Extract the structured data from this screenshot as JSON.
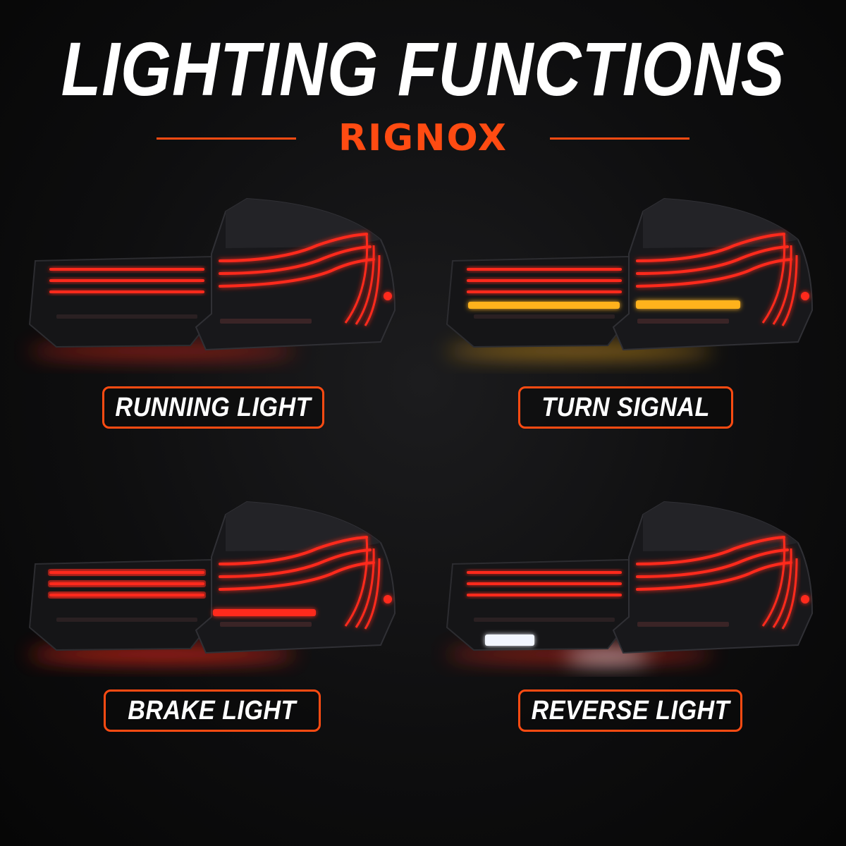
{
  "header": {
    "title": "LIGHTING FUNCTIONS",
    "brand": "RIGNOX"
  },
  "colors": {
    "accent": "#ff4b12",
    "running_red": "#ff2a1e",
    "turn_amber": "#ffb21e",
    "reverse_white": "#f2f6ff"
  },
  "panels": [
    {
      "label": "RUNNING LIGHT",
      "mode": "running"
    },
    {
      "label": "TURN SIGNAL",
      "mode": "turn"
    },
    {
      "label": "BRAKE LIGHT",
      "mode": "brake"
    },
    {
      "label": "REVERSE LIGHT",
      "mode": "reverse"
    }
  ]
}
